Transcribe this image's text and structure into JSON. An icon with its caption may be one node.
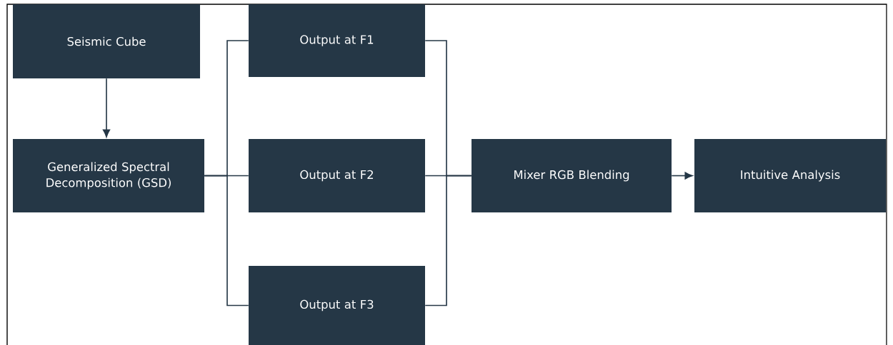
{
  "diagram": {
    "nodes": [
      {
        "text": [
          "Seismic Cube"
        ]
      },
      {
        "text": [
          "Generalized Spectral Decomposition (GSD)"
        ]
      },
      {
        "text": [
          "Output at F1"
        ]
      },
      {
        "text": [
          "Output at F2"
        ]
      },
      {
        "text": [
          "Output at F3"
        ]
      },
      {
        "text": [
          "Mixer RGB Blending"
        ]
      },
      {
        "text": [
          "Intuitive Analysis"
        ]
      }
    ],
    "edges": [
      {
        "from": 0,
        "to": 1,
        "arrow": "to"
      },
      {
        "from": 1,
        "to": 2,
        "arrow": "none"
      },
      {
        "from": 1,
        "to": 3,
        "arrow": "none"
      },
      {
        "from": 1,
        "to": 4,
        "arrow": "none"
      },
      {
        "from": 2,
        "to": 5,
        "arrow": "none"
      },
      {
        "from": 3,
        "to": 5,
        "arrow": "none"
      },
      {
        "from": 4,
        "to": 5,
        "arrow": "none"
      },
      {
        "from": 5,
        "to": 6,
        "arrow": "to"
      }
    ]
  }
}
